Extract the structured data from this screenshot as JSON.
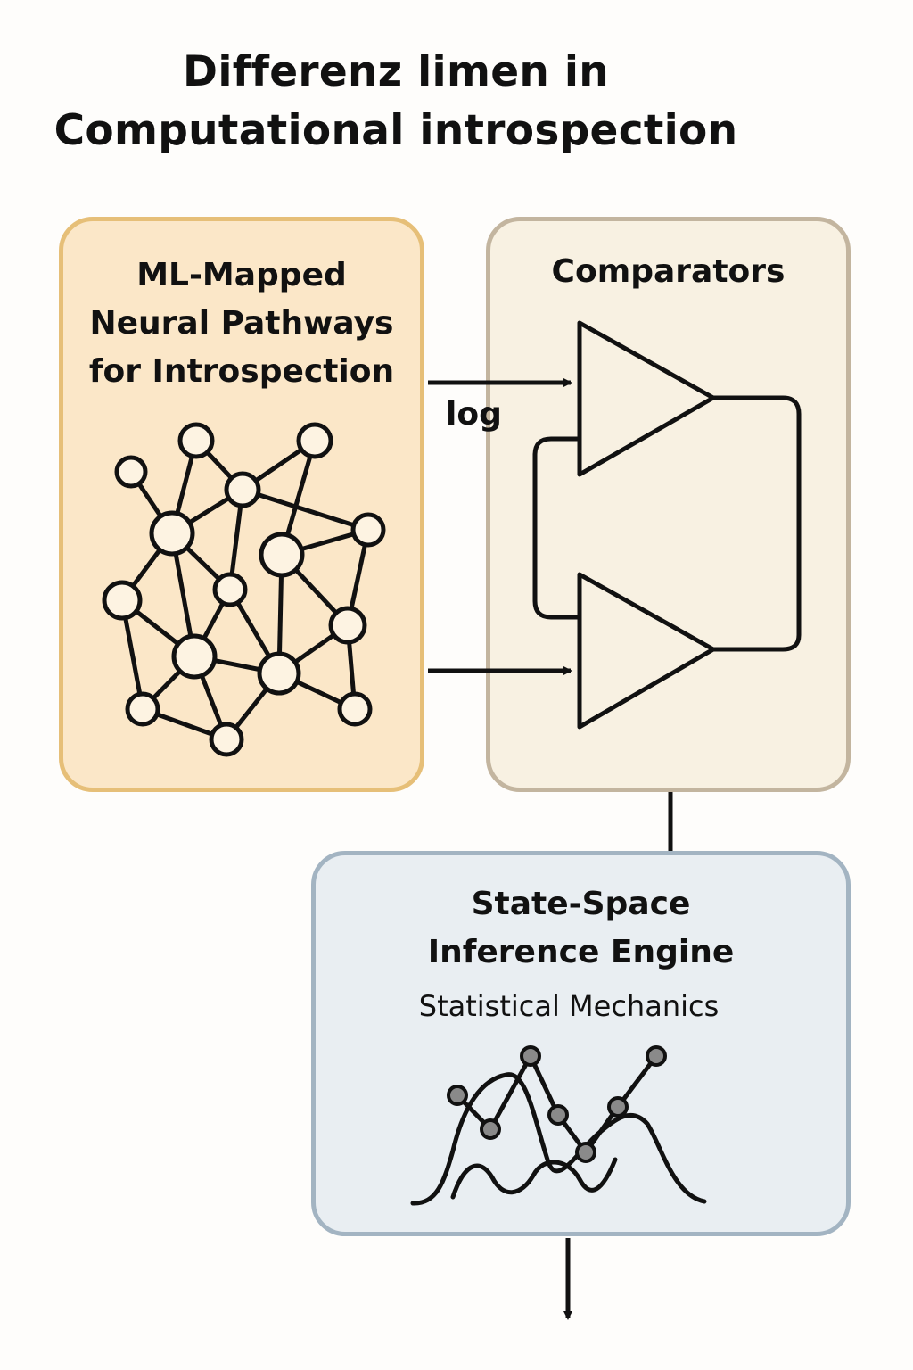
{
  "title": {
    "line1": "Differenz limen in",
    "line2": "Computational introspection"
  },
  "neural_box": {
    "title_lines": [
      "ML-Mapped",
      "Neural Pathways",
      "for Introspection"
    ],
    "icon": "neural-network-icon",
    "fill": "#fbe7c8",
    "border": "#e6bf78"
  },
  "comparators_box": {
    "title": "Comparators",
    "icon": "comparator-triangles-icon",
    "fill": "#f8f1e2",
    "border": "#c3b59f"
  },
  "arrow_label": "log",
  "state_space_box": {
    "title_lines": [
      "State-Space",
      "Inference Engine"
    ],
    "subtitle": "Statistical Mechanics",
    "icon": "distribution-curve-icon",
    "fill": "#e9eef2",
    "border": "#a3b4c2"
  }
}
